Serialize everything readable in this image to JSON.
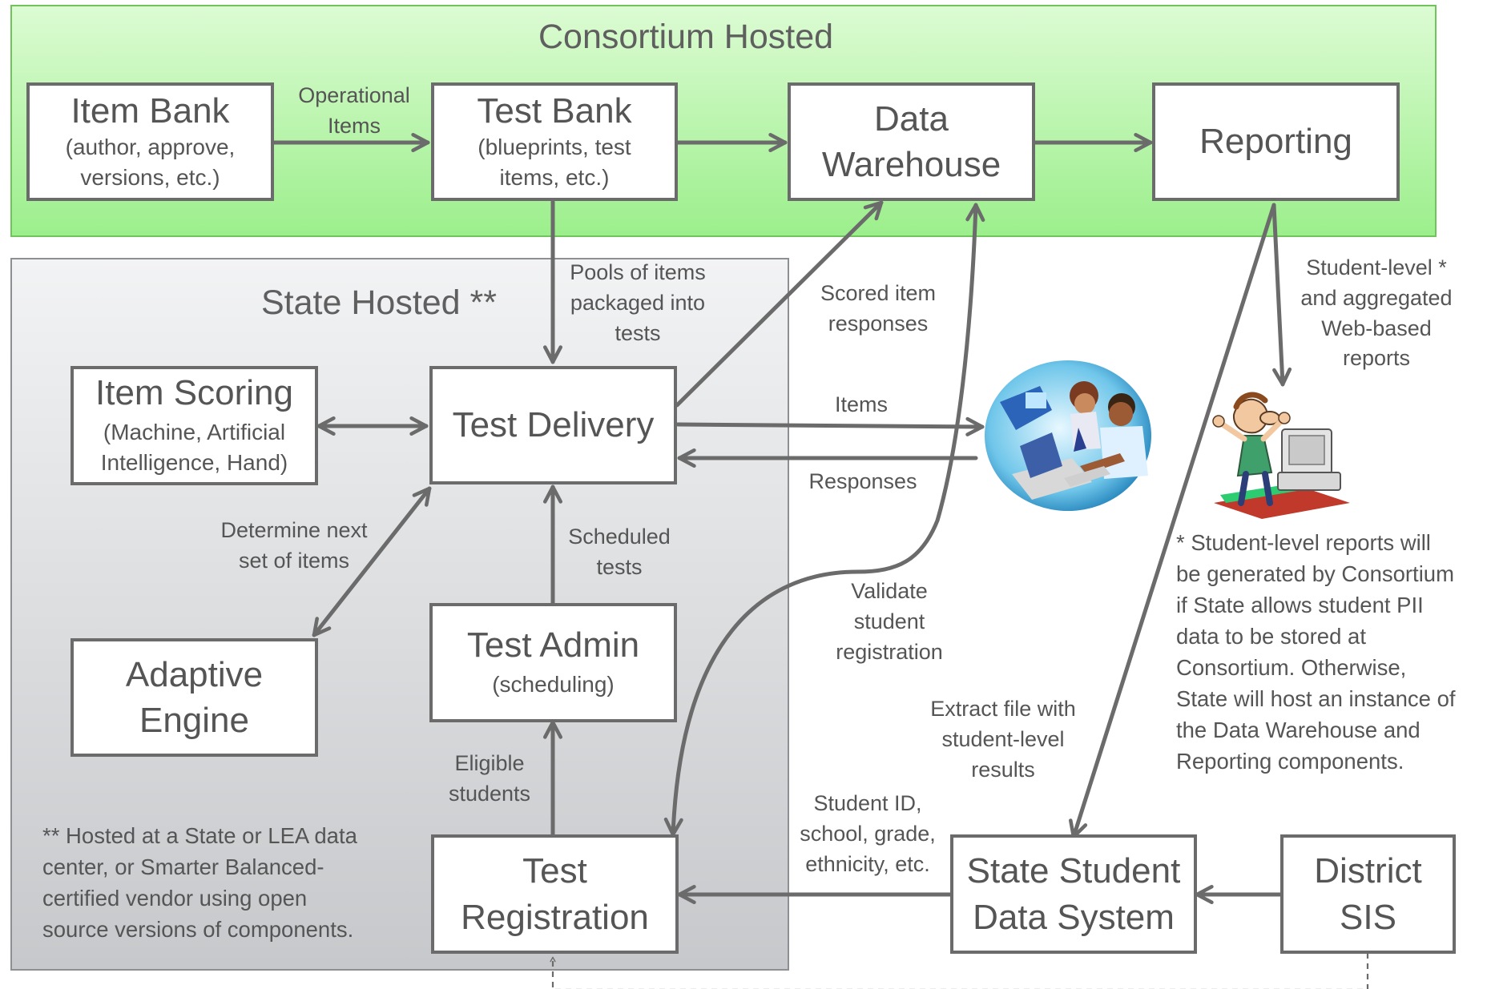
{
  "regions": {
    "consortium": {
      "title": "Consortium Hosted"
    },
    "state": {
      "title": "State Hosted **"
    }
  },
  "boxes": {
    "item_bank": {
      "title": "Item Bank",
      "sub": [
        "(author, approve,",
        "versions, etc.)"
      ]
    },
    "test_bank": {
      "title": "Test Bank",
      "sub": [
        "(blueprints, test",
        "items, etc.)"
      ]
    },
    "data_warehouse": {
      "title": [
        "Data",
        "Warehouse"
      ]
    },
    "reporting": {
      "title": "Reporting"
    },
    "item_scoring": {
      "title": "Item Scoring",
      "sub": [
        "(Machine, Artificial",
        "Intelligence, Hand)"
      ]
    },
    "test_delivery": {
      "title": "Test Delivery"
    },
    "adaptive_engine": {
      "title": [
        "Adaptive",
        "Engine"
      ]
    },
    "test_admin": {
      "title": "Test Admin",
      "sub": [
        "(scheduling)"
      ]
    },
    "test_registration": {
      "title": [
        "Test",
        "Registration"
      ]
    },
    "state_student_data_system": {
      "title": [
        "State Student",
        "Data System"
      ]
    },
    "district_sis": {
      "title": [
        "District",
        "SIS"
      ]
    }
  },
  "labels": {
    "operational_items": [
      "Operational",
      "Items"
    ],
    "pools_of_items": [
      "Pools of items",
      "packaged into",
      "tests"
    ],
    "scored_item_responses": [
      "Scored item",
      "responses"
    ],
    "student_level_reports": [
      "Student-level *",
      "and aggregated",
      "Web-based",
      "reports"
    ],
    "items": [
      "Items"
    ],
    "responses": [
      "Responses"
    ],
    "determine_next": [
      "Determine next",
      "set of items"
    ],
    "scheduled_tests": [
      "Scheduled",
      "tests"
    ],
    "validate_registration": [
      "Validate",
      "student",
      "registration"
    ],
    "extract_file": [
      "Extract file with",
      "student-level",
      "results"
    ],
    "eligible_students": [
      "Eligible",
      "students"
    ],
    "student_id": [
      "Student ID,",
      "school, grade,",
      "ethnicity, etc."
    ]
  },
  "notes": {
    "consortium_note": [
      "* Student-level reports will",
      "be generated by Consortium",
      "if State allows student PII",
      "data to be stored at",
      "Consortium. Otherwise,",
      "State will host an instance of",
      "the Data Warehouse and",
      "Reporting components."
    ],
    "state_note": [
      "** Hosted at a State or LEA data",
      "center, or Smarter Balanced-",
      "certified vendor using open",
      "source versions of components."
    ]
  },
  "colors": {
    "arrow": "#6b6b6b",
    "consortium_fill": "#a3f092",
    "state_fill": "#d4d6d8",
    "text": "#555555"
  },
  "icons": {
    "students_clipart": "students-at-computer-icon",
    "excited_user_clipart": "excited-user-at-computer-icon"
  }
}
